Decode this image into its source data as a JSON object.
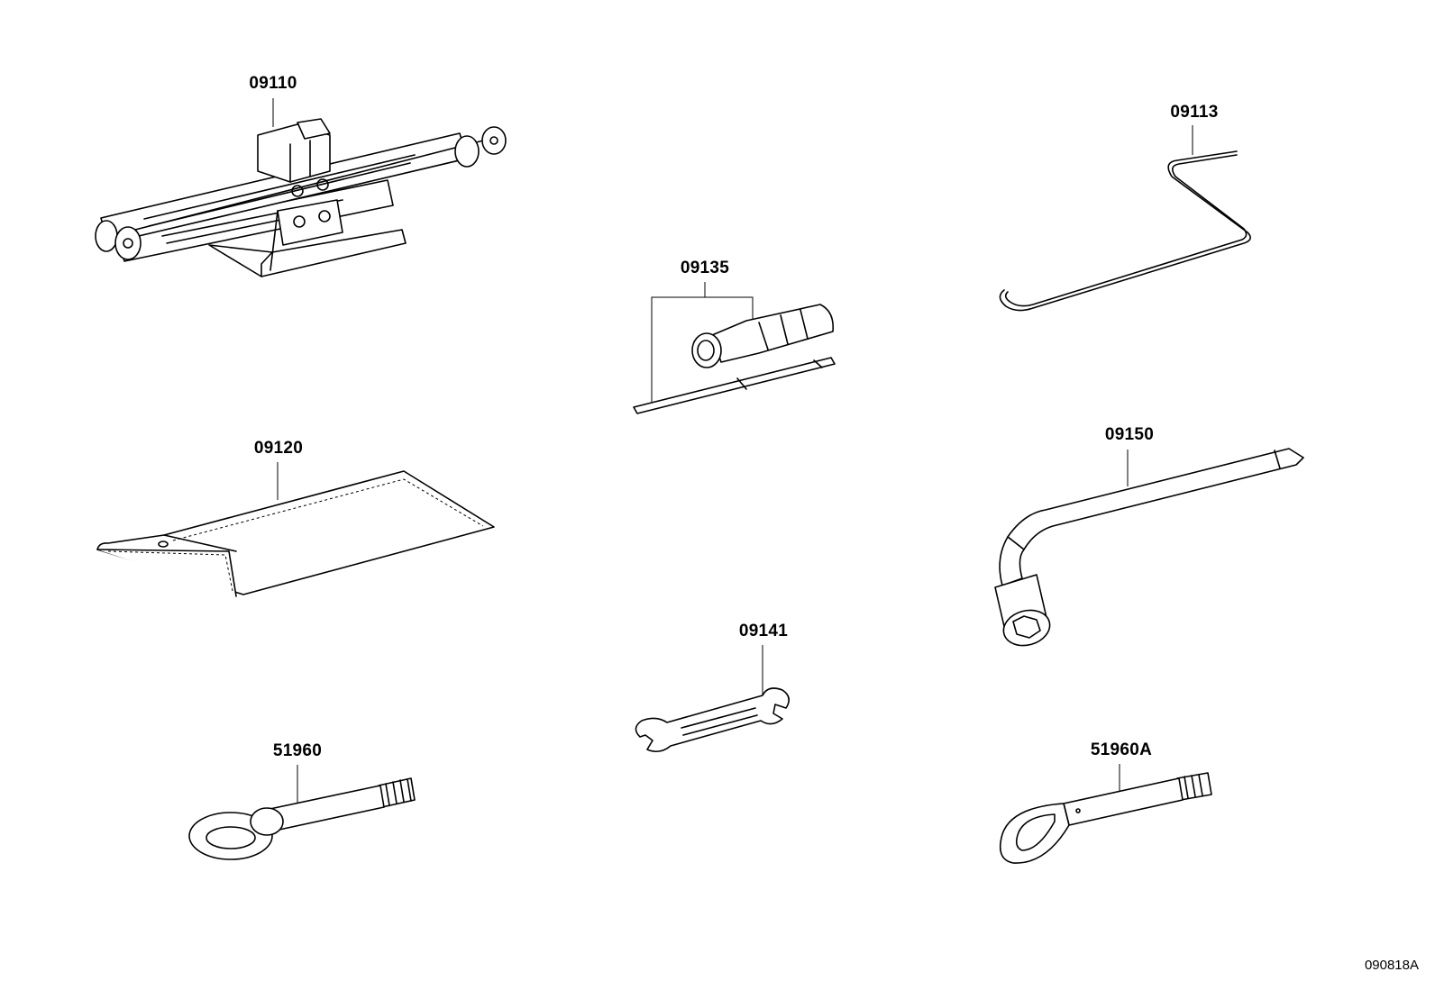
{
  "diagram_id": "090818A",
  "parts": {
    "jack": "09110",
    "jack_handle": "09113",
    "tool_bag": "09120",
    "screwdriver": "09135",
    "wrench": "09141",
    "lug_wrench": "09150",
    "towing_eye": "51960",
    "towing_eye_alt": "51960A"
  }
}
